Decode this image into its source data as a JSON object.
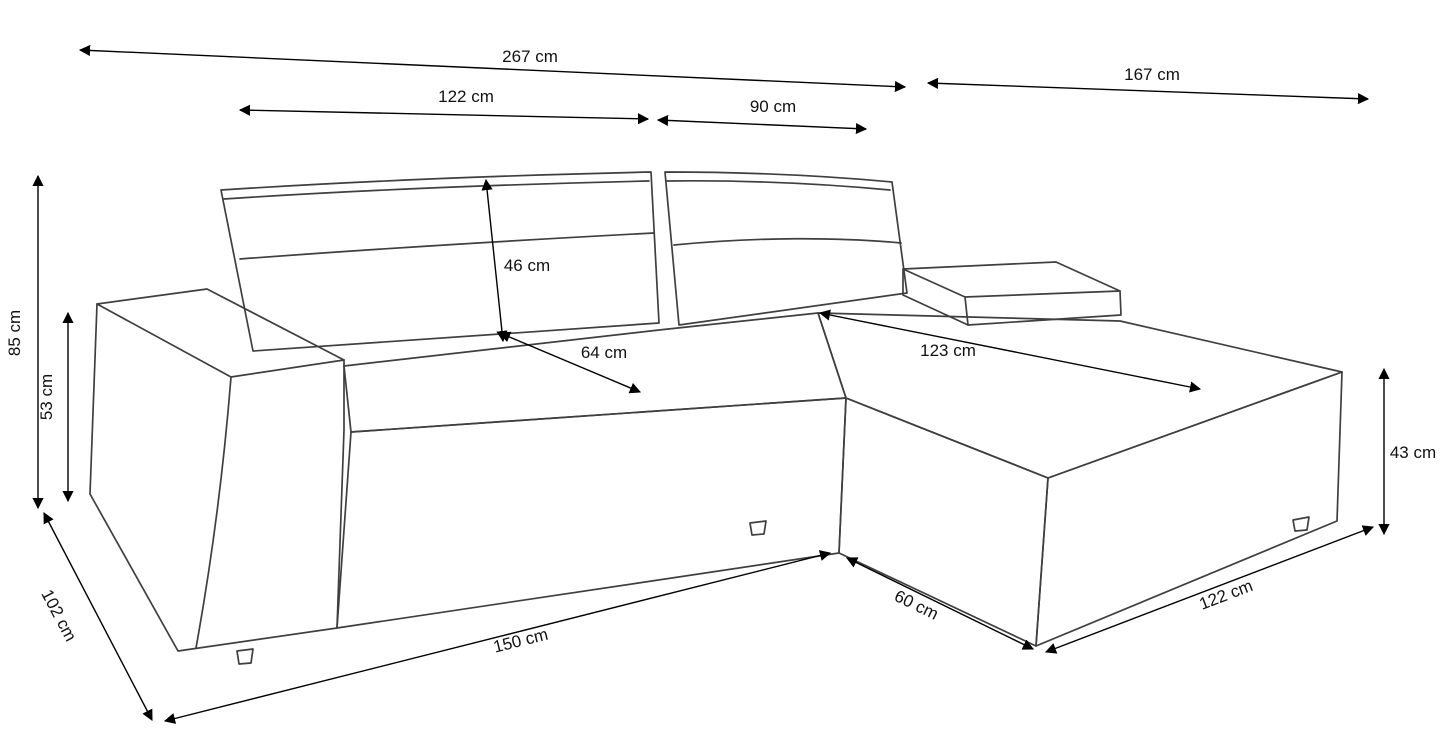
{
  "diagram": {
    "subject": "corner-sofa-technical-dimension-drawing",
    "unit": "cm",
    "colors": {
      "background": "#ffffff",
      "sofa_outline": "#3f3f3f",
      "dimension_lines": "#000000",
      "label_text": "#111111"
    }
  },
  "dimensions": {
    "overall_width": "267 cm",
    "chaise_total_depth": "167 cm",
    "seat_section_width": "122 cm",
    "corner_section_width": "90 cm",
    "backrest_cushion_height": "46 cm",
    "seat_depth": "64 cm",
    "chaise_seat_length": "123 cm",
    "overall_height": "85 cm",
    "armrest_height": "53 cm",
    "overall_depth": "102 cm",
    "front_edge_length": "150 cm",
    "chaise_front_width": "60 cm",
    "chaise_side_length": "122 cm",
    "seat_base_height": "43 cm"
  }
}
